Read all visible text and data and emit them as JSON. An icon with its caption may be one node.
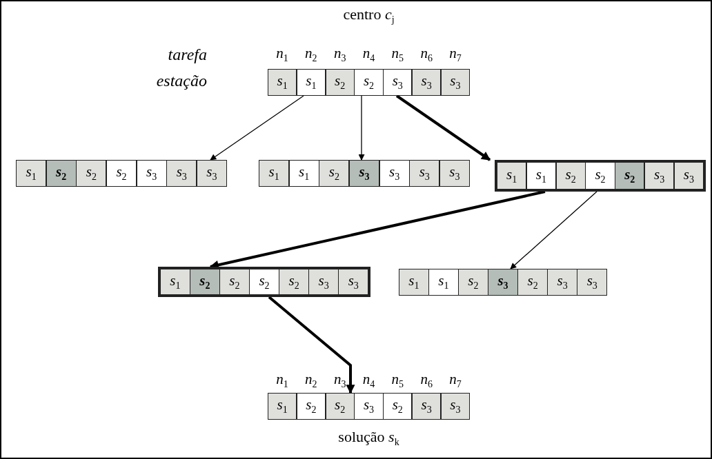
{
  "diagram": {
    "nodes": [
      {
        "text": [
          "centro *c*$_{j}$"
        ]
      },
      {
        "text": [
          "*s*$_{1}$"
        ],
        "in": 0
      },
      {
        "text": [
          "*s*$_{1}$"
        ],
        "in": 0
      },
      {
        "text": [
          "*s*$_{2}$"
        ],
        "in": 0
      },
      {
        "text": [
          "*s*$_{2}$"
        ],
        "in": 0
      },
      {
        "text": [
          "*s*$_{3}$"
        ],
        "in": 0
      },
      {
        "text": [
          "*s*$_{3}$"
        ],
        "in": 0
      },
      {
        "text": [
          "*s*$_{3}$"
        ],
        "in": 0
      },
      {
        "text": [],
        "shape": "box"
      },
      {
        "text": [
          "*s*$_{1}$"
        ],
        "in": 8
      },
      {
        "text": [
          "*s*$_{2}$"
        ],
        "in": 8
      },
      {
        "text": [
          "*s*$_{2}$"
        ],
        "in": 8
      },
      {
        "text": [
          "*s*$_{2}$"
        ],
        "in": 8
      },
      {
        "text": [
          "*s*$_{3}$"
        ],
        "in": 8
      },
      {
        "text": [
          "*s*$_{3}$"
        ],
        "in": 8
      },
      {
        "text": [
          "*s*$_{3}$"
        ],
        "in": 8
      },
      {
        "text": [],
        "shape": "box"
      },
      {
        "text": [
          "*s*$_{1}$"
        ],
        "in": 16
      },
      {
        "text": [
          "*s*$_{1}$"
        ],
        "in": 16
      },
      {
        "text": [
          "*s*$_{2}$"
        ],
        "in": 16
      },
      {
        "text": [
          "*s*$_{3}$"
        ],
        "in": 16
      },
      {
        "text": [
          "*s*$_{3}$"
        ],
        "in": 16
      },
      {
        "text": [
          "*s*$_{3}$"
        ],
        "in": 16
      },
      {
        "text": [
          "*s*$_{3}$"
        ],
        "in": 16
      },
      {
        "text": [],
        "shape": "box"
      },
      {
        "text": [
          "*s*$_{1}$"
        ],
        "in": 24
      },
      {
        "text": [
          "*s*$_{1}$"
        ],
        "in": 24
      },
      {
        "text": [
          "*s*$_{2}$"
        ],
        "in": 24
      },
      {
        "text": [
          "*s*$_{2}$"
        ],
        "in": 24
      },
      {
        "text": [
          "*s*$_{2}$"
        ],
        "in": 24
      },
      {
        "text": [
          "*s*$_{3}$"
        ],
        "in": 24
      },
      {
        "text": [
          "*s*$_{3}$"
        ],
        "in": 24
      },
      {
        "text": [],
        "shape": "box"
      },
      {
        "text": [
          "*s*$_{1}$"
        ],
        "in": 32
      },
      {
        "text": [
          "*s*$_{2}$"
        ],
        "in": 32
      },
      {
        "text": [
          "*s*$_{2}$"
        ],
        "in": 32
      },
      {
        "text": [
          "*s*$_{2}$"
        ],
        "in": 32
      },
      {
        "text": [
          "*s*$_{2}$"
        ],
        "in": 32
      },
      {
        "text": [
          "*s*$_{3}$"
        ],
        "in": 32
      },
      {
        "text": [
          "*s*$_{3}$"
        ],
        "in": 32
      },
      {
        "text": [],
        "shape": "box"
      },
      {
        "text": [
          "*s*$_{1}$"
        ],
        "in": 40
      },
      {
        "text": [
          "*s*$_{1}$"
        ],
        "in": 40
      },
      {
        "text": [
          "*s*$_{2}$"
        ],
        "in": 40
      },
      {
        "text": [
          "*s*$_{3}$"
        ],
        "in": 40
      },
      {
        "text": [
          "*s*$_{2}$"
        ],
        "in": 40
      },
      {
        "text": [
          "*s*$_{3}$"
        ],
        "in": 40
      },
      {
        "text": [
          "*s*$_{3}$"
        ],
        "in": 40
      },
      {
        "text": [],
        "shape": "box",
        "beside": [
          "solução *s*$_{k}$"
        ]
      },
      {
        "text": [
          "*s*$_{1}$"
        ],
        "in": 48
      },
      {
        "text": [
          "*s*$_{2}$"
        ],
        "in": 48
      },
      {
        "text": [
          "*s*$_{2}$"
        ],
        "in": 48
      },
      {
        "text": [
          "*s*$_{3}$"
        ],
        "in": 48
      },
      {
        "text": [
          "*s*$_{2}$"
        ],
        "in": 48
      },
      {
        "text": [
          "*s*$_{3}$"
        ],
        "in": 48
      },
      {
        "text": [
          "*s*$_{3}$"
        ],
        "in": 48
      }
    ],
    "edges": [
      {
        "from": 0,
        "to": 8,
        "arrow": "to"
      },
      {
        "from": 0,
        "to": 16,
        "arrow": "to"
      },
      {
        "from": 0,
        "to": 24,
        "arrow": "to",
        "style": "thick"
      },
      {
        "from": 24,
        "to": 32,
        "arrow": "to",
        "style": "thick"
      },
      {
        "from": 24,
        "to": 40,
        "arrow": "to"
      },
      {
        "from": 32,
        "to": 48,
        "arrow": "to",
        "style": "thick"
      }
    ],
    "labels": [
      "tarefa",
      "estação",
      "*n*$_{1}$",
      "*n*$_{2}$",
      "*n*$_{3}$",
      "*n*$_{4}$",
      "*n*$_{5}$",
      "*n*$_{6}$",
      "*n*$_{7}$",
      "*n*$_{1}$",
      "*n*$_{2}$",
      "*n*$_{3}$",
      "*n*$_{4}$",
      "*n*$_{5}$",
      "*n*$_{6}$",
      "*n*$_{7}$"
    ]
  }
}
